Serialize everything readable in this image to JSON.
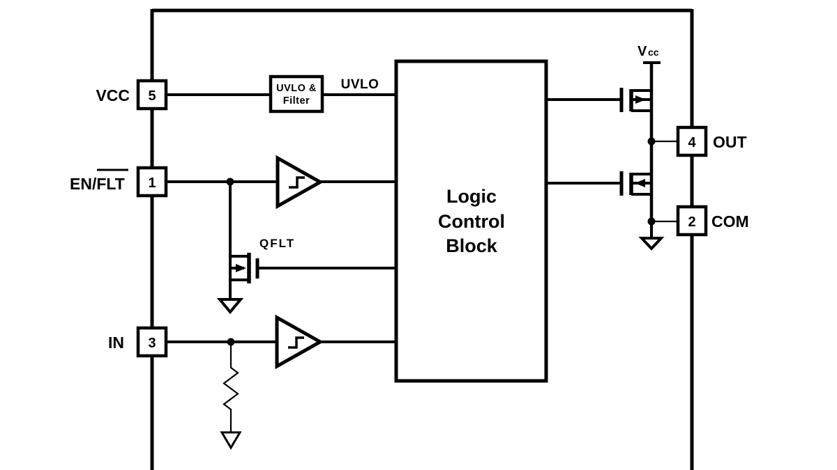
{
  "colors": {
    "stroke": "#000000",
    "background": "#ffffff"
  },
  "pins": [
    {
      "id": "vcc",
      "number": "5",
      "label": "VCC"
    },
    {
      "id": "en_flt",
      "number": "1",
      "label_prefix": "EN/",
      "label_overline": "FLT"
    },
    {
      "id": "in",
      "number": "3",
      "label": "IN"
    },
    {
      "id": "out",
      "number": "4",
      "label": "OUT"
    },
    {
      "id": "com",
      "number": "2",
      "label": "COM"
    }
  ],
  "blocks": {
    "uvlo_filter": {
      "line1": "UVLO &",
      "line2": "Filter"
    },
    "logic_control": {
      "line1": "Logic",
      "line2": "Control",
      "line3": "Block"
    }
  },
  "nets": {
    "uvlo": "UVLO",
    "qflt": "QFLT",
    "vcc_rail_main": "V",
    "vcc_rail_sub": "cc"
  }
}
